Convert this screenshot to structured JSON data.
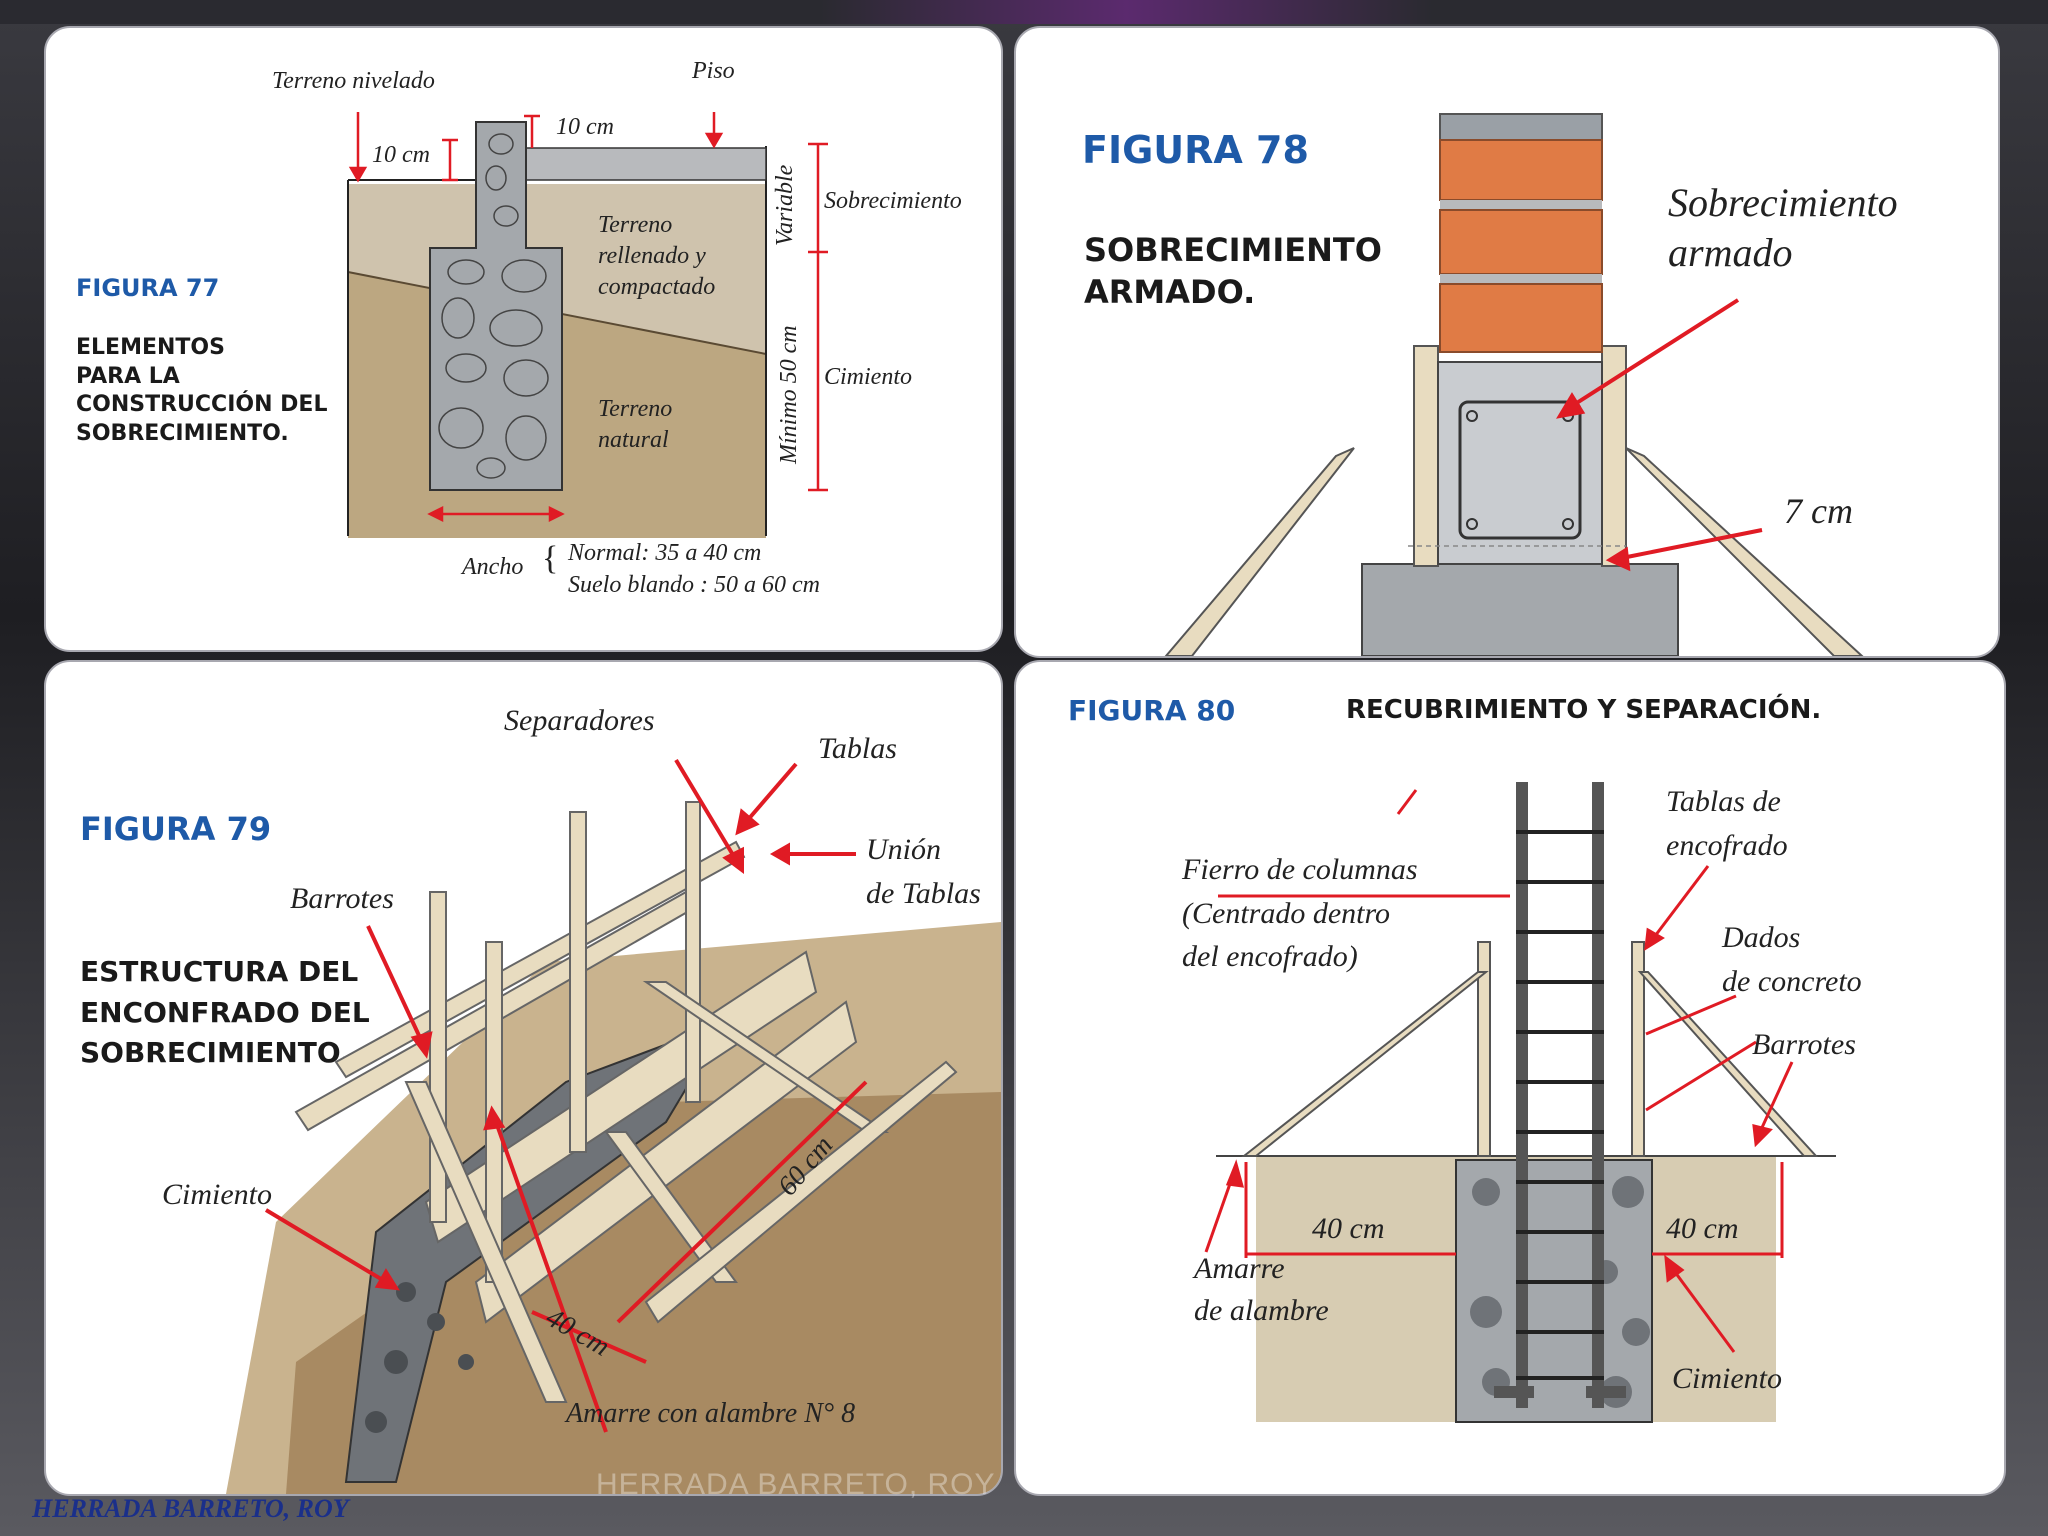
{
  "footer": {
    "author": "HERRADA BARRETO, ROY",
    "watermark": "HERRADA BARRETO, ROY"
  },
  "fig77": {
    "number": "FIGURA 77",
    "title_lines": [
      "ELEMENTOS",
      "PARA LA",
      "CONSTRUCCIÓN DEL",
      "SOBRECIMIENTO."
    ],
    "labels": {
      "terreno_nivelado": "Terreno nivelado",
      "piso": "Piso",
      "ten_cm_a": "10 cm",
      "ten_cm_b": "10 cm",
      "variable": "Variable",
      "sobrecimiento": "Sobrecimiento",
      "terreno_rellenado": [
        "Terreno",
        "rellenado y",
        "compactado"
      ],
      "minimo": "Mínimo 50 cm",
      "cimiento": "Cimiento",
      "terreno_natural": [
        "Terreno",
        "natural"
      ],
      "ancho": "Ancho",
      "normal": "Normal: 35 a 40 cm",
      "suelo_blando": "Suelo blando : 50 a 60 cm"
    }
  },
  "fig78": {
    "number": "FIGURA 78",
    "title_lines": [
      "SOBRECIMIENTO",
      "ARMADO."
    ],
    "labels": {
      "sobrecimiento_armado": [
        "Sobrecimiento",
        "armado"
      ],
      "siete_cm": "7 cm"
    }
  },
  "fig79": {
    "number": "FIGURA 79",
    "title_lines": [
      "ESTRUCTURA DEL",
      "ENCONFRADO DEL",
      "SOBRECIMIENTO."
    ],
    "labels": {
      "separadores": "Separadores",
      "tablas": "Tablas",
      "union": [
        "Unión",
        "de Tablas"
      ],
      "barrotes": "Barrotes",
      "cimiento": "Cimiento",
      "sesenta_cm": "60 cm",
      "cuarenta_cm": "40 cm",
      "amarre": "Amarre con alambre N° 8"
    }
  },
  "fig80": {
    "number": "FIGURA 80",
    "title": "RECUBRIMIENTO Y SEPARACIÓN.",
    "labels": {
      "fierro": [
        "Fierro de columnas",
        "(Centrado dentro",
        "del encofrado)"
      ],
      "tablas_encofrado": [
        "Tablas de",
        "encofrado"
      ],
      "dados": [
        "Dados",
        "de concreto"
      ],
      "barrotes": "Barrotes",
      "cuarenta_left": "40 cm",
      "cuarenta_right": "40 cm",
      "amarre": [
        "Amarre",
        "de alambre"
      ],
      "cimiento": "Cimiento"
    }
  },
  "colors": {
    "figure_blue": "#1e5aa8",
    "arrow_red": "#e01b24",
    "concrete": "#9aa0a6",
    "brick": "#e07b45",
    "wood": "#e8dcc0"
  }
}
